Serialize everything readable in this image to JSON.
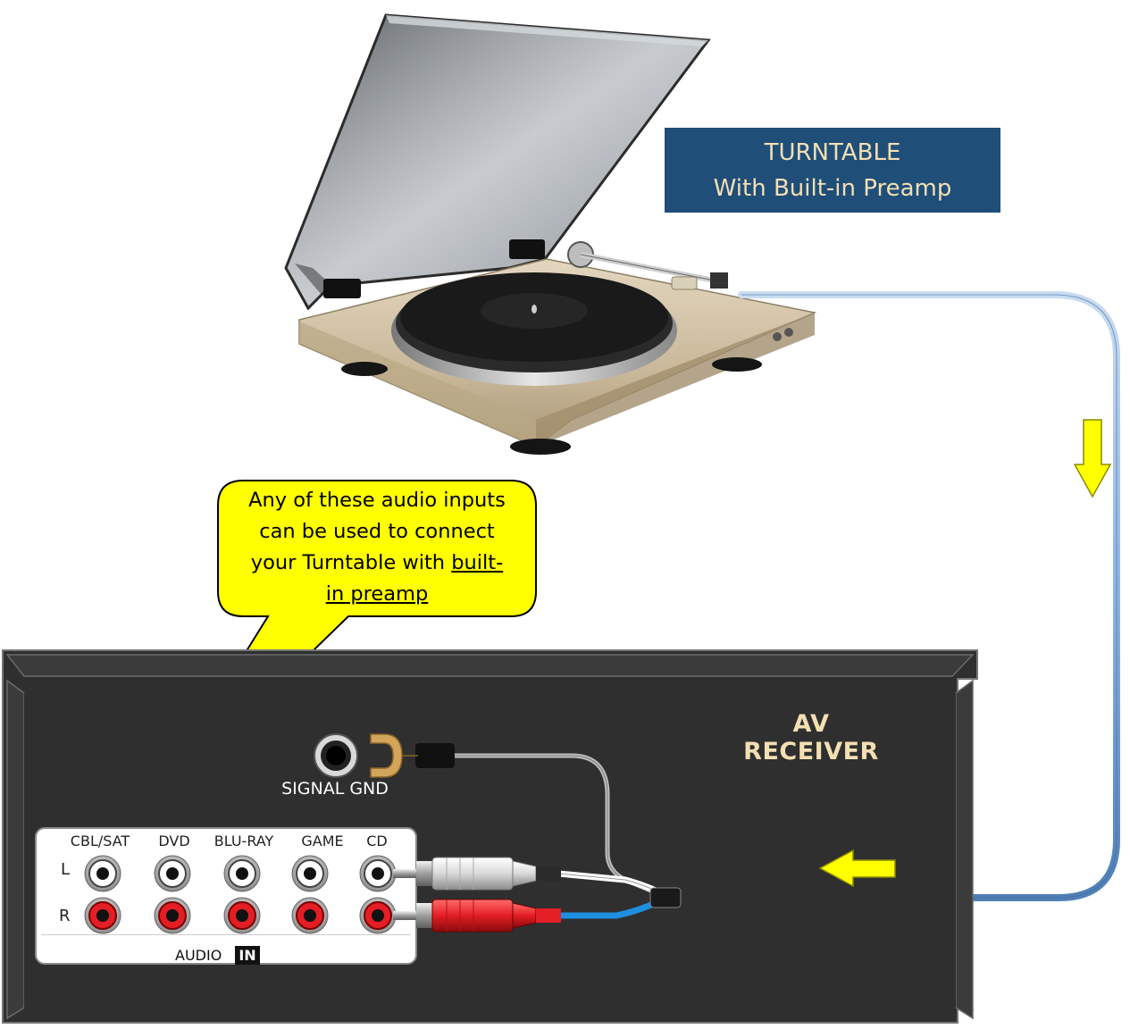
{
  "turntable_box": {
    "line1": "TURNTABLE",
    "line2": "With Built-in Preamp"
  },
  "callout": {
    "line1": "Any of these audio inputs",
    "line2": "can be used to connect",
    "line3_plain": "your Turntable with ",
    "line3_underlined": "built-",
    "line4_underlined": "in preamp"
  },
  "receiver": {
    "title": "AV RECEIVER",
    "ground_label": "SIGNAL GND",
    "inputs": [
      "CBL/SAT",
      "DVD",
      "BLU-RAY",
      "GAME",
      "CD"
    ],
    "rows": [
      "L",
      "R"
    ],
    "panel_label": "AUDIO",
    "panel_badge": "IN"
  },
  "colors": {
    "title_box_bg": "#1f4e79",
    "title_text": "#f4dfb3",
    "callout_fill": "#ffff00",
    "arrow_fill": "#ffff00",
    "receiver_body": "#2f2f2f",
    "cable_blue": "#8db4e2",
    "jack_red": "#e31e24"
  }
}
